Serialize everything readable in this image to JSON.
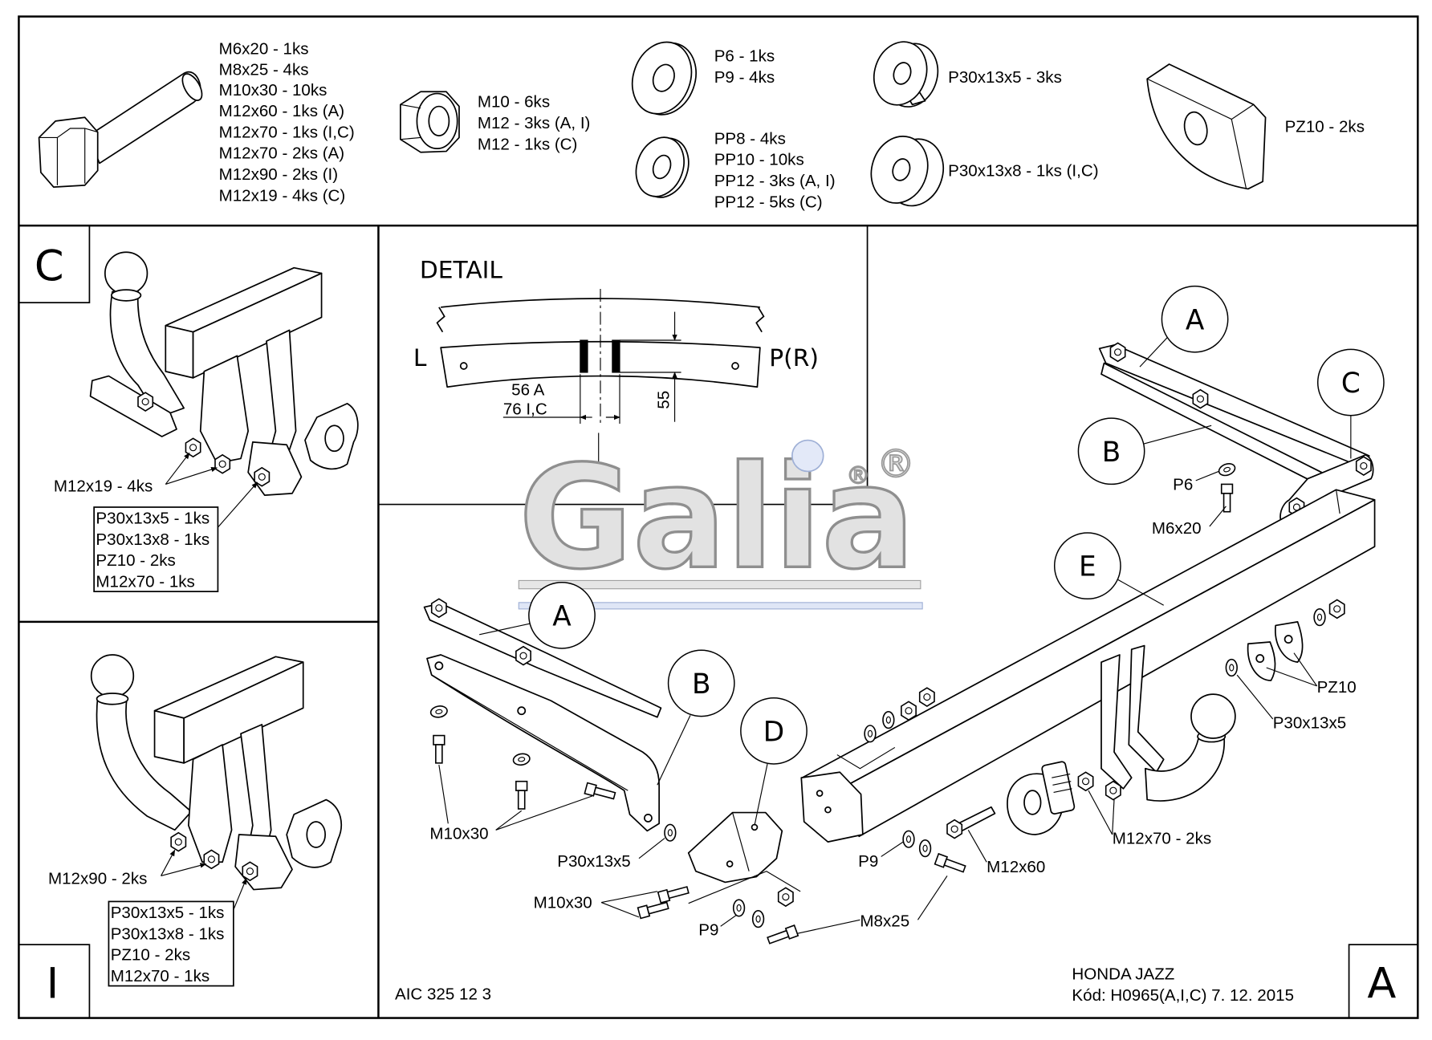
{
  "parts_list": {
    "bolts": [
      "M6x20 - 1ks",
      "M8x25 - 4ks",
      "M10x30 - 10ks",
      "M12x60 - 1ks (A)",
      "M12x70 - 1ks (I,C)",
      "M12x70 - 2ks (A)",
      "M12x90 - 2ks (I)",
      "M12x19 - 4ks (C)"
    ],
    "nuts": [
      "M10 - 6ks",
      "M12 - 3ks (A, I)",
      "M12 - 1ks (C)"
    ],
    "washers_p": [
      "P6 - 1ks",
      "P9 - 4ks"
    ],
    "washers_pp": [
      "PP8 - 4ks",
      "PP10 - 10ks",
      "PP12 - 3ks (A, I)",
      "PP12 - 5ks (C)"
    ],
    "spacer_5": "P30x13x5 - 3ks",
    "spacer_8": "P30x13x8 - 1ks (I,C)",
    "plate": "PZ10 - 2ks"
  },
  "variant_c": {
    "tag": "C",
    "bolt_label": "M12x19 - 4ks",
    "box": [
      "P30x13x5 - 1ks",
      "P30x13x8 - 1ks",
      "PZ10 - 2ks",
      "M12x70 - 1ks"
    ]
  },
  "variant_i": {
    "tag": "I",
    "bolt_label": "M12x90 - 2ks",
    "box": [
      "P30x13x5 - 1ks",
      "P30x13x8 - 1ks",
      "PZ10 - 2ks",
      "M12x70 - 1ks"
    ]
  },
  "detail": {
    "title": "DETAIL",
    "left": "L",
    "right": "P(R)",
    "dim_a": "56 A",
    "dim_ic": "76 I,C",
    "dim_height": "55"
  },
  "watermark": {
    "brand": "Galia",
    "registered": "®"
  },
  "assembly": {
    "callouts": {
      "a_right": "A",
      "c": "C",
      "b_right": "B",
      "e": "E",
      "a_left": "A",
      "b_left": "B",
      "d": "D"
    },
    "labels": {
      "p6": "P6",
      "m6x20": "M6x20",
      "pz10": "PZ10",
      "p30_right": "P30x13x5",
      "m12x70": "M12x70 - 2ks",
      "m12x60": "M12x60",
      "p9_right": "P9",
      "m8x25": "M8x25",
      "m10x30_upper": "M10x30",
      "p30_left": "P30x13x5",
      "m10x30_lower": "M10x30",
      "p9_left": "P9"
    }
  },
  "footer": {
    "code": "AIC 325 12 3",
    "vehicle": "HONDA JAZZ",
    "kod": "Kód: H0965(A,I,C)  7. 12. 2015",
    "variant_tag": "A"
  }
}
